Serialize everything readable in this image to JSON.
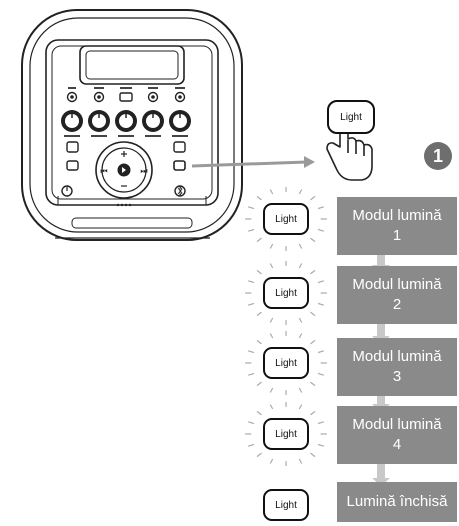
{
  "hand_button": {
    "label": "Light"
  },
  "step_number": "1",
  "steps": [
    {
      "button_label": "Light",
      "mode_line1": "Modul lumină",
      "mode_line2": "1"
    },
    {
      "button_label": "Light",
      "mode_line1": "Modul lumină",
      "mode_line2": "2"
    },
    {
      "button_label": "Light",
      "mode_line1": "Modul lumină",
      "mode_line2": "3"
    },
    {
      "button_label": "Light",
      "mode_line1": "Modul lumină",
      "mode_line2": "4"
    },
    {
      "button_label": "Light",
      "mode_line1": "Lumină închisă",
      "mode_line2": ""
    }
  ],
  "colors": {
    "step_box": "#8a8a8a",
    "step_arrow": "#c8c8c8",
    "pointer_arrow": "#9a9a9a",
    "badge": "#6e6e6e"
  }
}
